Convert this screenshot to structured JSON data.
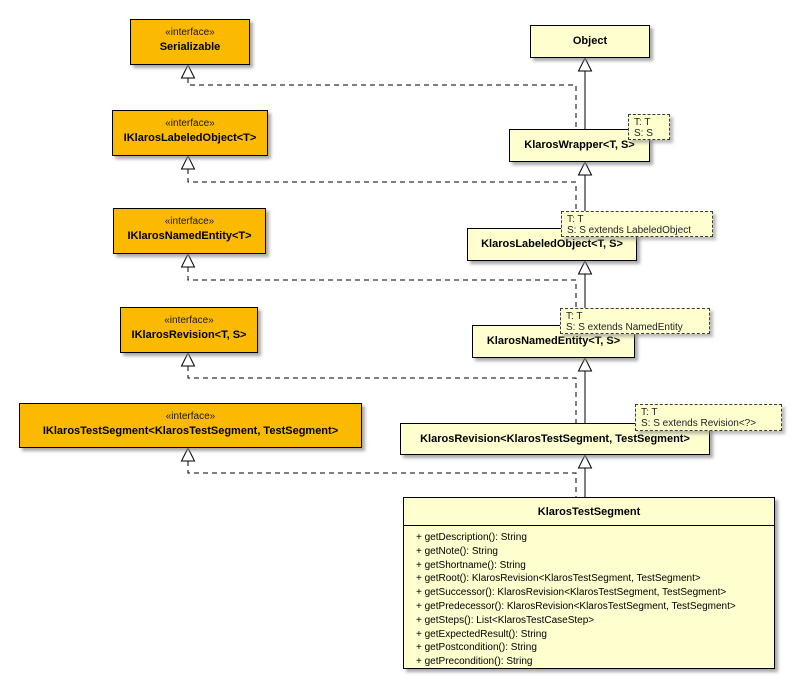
{
  "colors": {
    "interface_fill": "#FBBA00",
    "class_fill": "#FEFECE",
    "border": "#000000",
    "line": "#000000"
  },
  "interfaces": [
    {
      "stereotype": "«interface»",
      "name": "Serializable"
    },
    {
      "stereotype": "«interface»",
      "name": "IKlarosLabeledObject<T>"
    },
    {
      "stereotype": "«interface»",
      "name": "IKlarosNamedEntity<T>"
    },
    {
      "stereotype": "«interface»",
      "name": "IKlarosRevision<T, S>"
    },
    {
      "stereotype": "«interface»",
      "name": "IKlarosTestSegment<KlarosTestSegment, TestSegment>"
    }
  ],
  "classes": {
    "object": {
      "name": "Object"
    },
    "klarosWrapper": {
      "name": "KlarosWrapper<T, S>",
      "template_lines": [
        "T: T",
        "S: S"
      ]
    },
    "klarosLabeledObject": {
      "name": "KlarosLabeledObject<T, S>",
      "template_lines": [
        "T: T",
        "S: S extends LabeledObject"
      ]
    },
    "klarosNamedEntity": {
      "name": "KlarosNamedEntity<T, S>",
      "template_lines": [
        "T: T",
        "S: S extends NamedEntity"
      ]
    },
    "klarosRevision": {
      "name": "KlarosRevision<KlarosTestSegment, TestSegment>",
      "template_lines": [
        "T: T",
        "S: S extends Revision<?>"
      ]
    },
    "klarosTestSegment": {
      "name": "KlarosTestSegment",
      "methods": [
        "+ getDescription(): String",
        "+ getNote(): String",
        "+ getShortname(): String",
        "+ getRoot(): KlarosRevision<KlarosTestSegment, TestSegment>",
        "+ getSuccessor(): KlarosRevision<KlarosTestSegment, TestSegment>",
        "+ getPredecessor(): KlarosRevision<KlarosTestSegment, TestSegment>",
        "+ getSteps(): List<KlarosTestCaseStep>",
        "+ getExpectedResult(): String",
        "+ getPostcondition(): String",
        "+ getPrecondition(): String"
      ]
    }
  }
}
